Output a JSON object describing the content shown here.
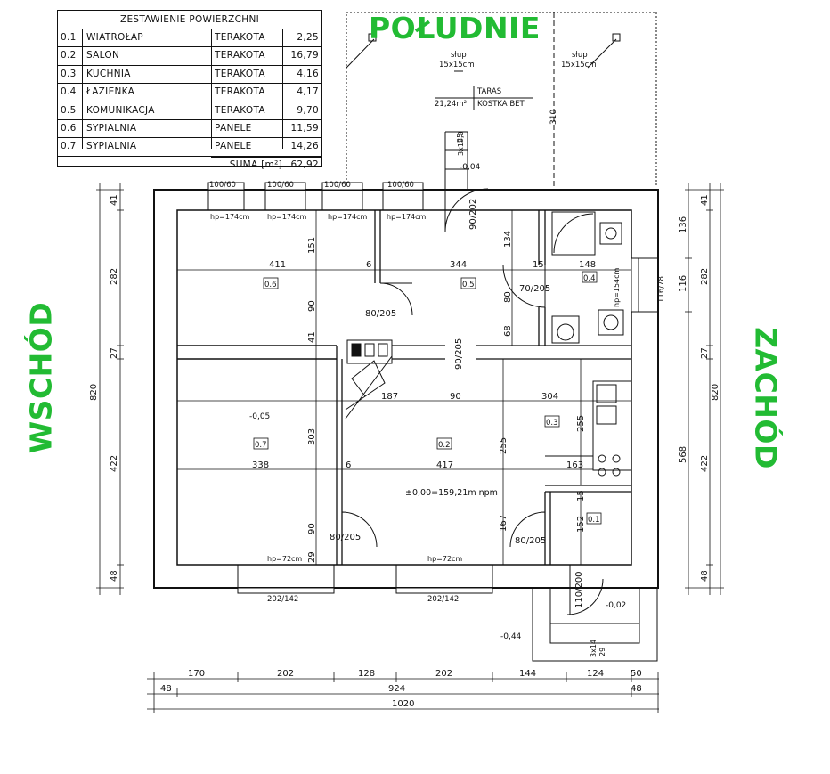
{
  "area_table": {
    "title": "ZESTAWIENIE POWIERZCHNI",
    "rows": [
      {
        "no": "0.1",
        "name": "WIATROŁAP",
        "floor": "TERAKOTA",
        "area": "2,25"
      },
      {
        "no": "0.2",
        "name": "SALON",
        "floor": "TERAKOTA",
        "area": "16,79"
      },
      {
        "no": "0.3",
        "name": "KUCHNIA",
        "floor": "TERAKOTA",
        "area": "4,16"
      },
      {
        "no": "0.4",
        "name": "ŁAZIENKA",
        "floor": "TERAKOTA",
        "area": "4,17"
      },
      {
        "no": "0.5",
        "name": "KOMUNIKACJA",
        "floor": "TERAKOTA",
        "area": "9,70"
      },
      {
        "no": "0.6",
        "name": "SYPIALNIA",
        "floor": "PANELE",
        "area": "11,59"
      },
      {
        "no": "0.7",
        "name": "SYPIALNIA",
        "floor": "PANELE",
        "area": "14,26"
      }
    ],
    "sum_label": "SUMA [m²]",
    "sum_value": "62,92"
  },
  "directions": {
    "south": "POŁUDNIE",
    "west": "WSCHÓD",
    "east": "ZACHÓD"
  },
  "terrace": {
    "post_label": "słup",
    "post_size": "15x15cm",
    "area": "21,24m²",
    "name": "TARAS",
    "surface": "KOSTKA BET",
    "depth": "310",
    "step": "3x15,3",
    "step_h": "25",
    "level": "-0,04"
  },
  "rooms": {
    "r1": "0.1",
    "r2": "0.2",
    "r3": "0.3",
    "r4": "0.4",
    "r5": "0.5",
    "r6": "0.6",
    "r7": "0.7"
  },
  "openings": {
    "win_top": "100/60",
    "sill_174": "hp=174cm",
    "sill_154": "hp=154cm",
    "sill_72": "hp=72cm",
    "win_side": "116/78",
    "win_bottom": "202/142",
    "door_80": "80/205",
    "door_90": "90/205",
    "door_70": "70/205",
    "door_balcony": "90/202",
    "door_entry": "110/200"
  },
  "levels": {
    "zero": "±0,00=159,21m npm",
    "bed": "-0,05",
    "entry": "-0,02",
    "ground": "-0,44"
  },
  "entrance_step": {
    "step": "3x14",
    "h": "29"
  },
  "dims_bottom": {
    "a1": "170",
    "a2": "202",
    "a3": "128",
    "a4": "202",
    "a5": "144",
    "a6": "124",
    "a7": "50",
    "b_left": "48",
    "b_mid": "924",
    "b_right": "48",
    "total": "1020"
  },
  "dims_left": {
    "l1": "41",
    "l2": "282",
    "l3": "27",
    "l4": "422",
    "l5": "48",
    "total": "820"
  },
  "dims_right": {
    "i1": "41",
    "i2": "282",
    "i3": "27",
    "i4": "422",
    "i5": "48",
    "itotal": "820",
    "o1": "136",
    "o2": "116",
    "o3": "568"
  },
  "dims_inner": {
    "w411": "411",
    "w6a": "6",
    "w344": "344",
    "w15a": "15",
    "w148": "148",
    "h151": "151",
    "h90a": "90",
    "h41": "41",
    "h134": "134",
    "h80": "80",
    "h68": "68",
    "w187": "187",
    "w90": "90",
    "w304": "304",
    "h255a": "255",
    "h303": "303",
    "w338": "338",
    "w6b": "6",
    "w417": "417",
    "h255b": "255",
    "w163": "163",
    "h90b": "90",
    "h29": "29",
    "h167": "167",
    "h15b": "15",
    "h152": "152"
  }
}
